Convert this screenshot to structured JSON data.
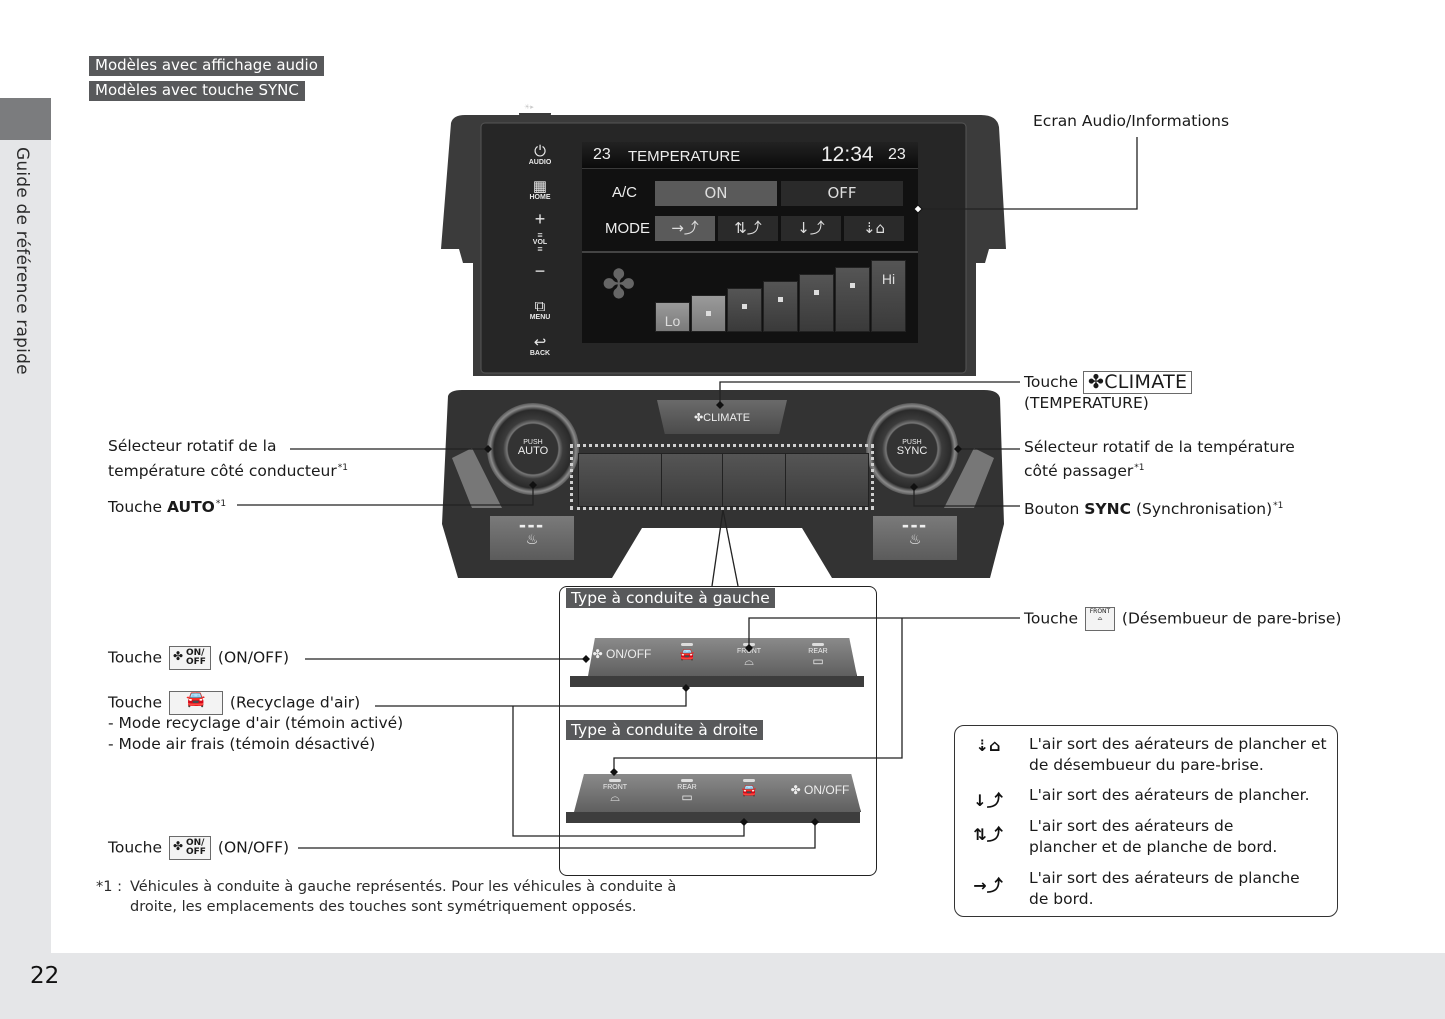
{
  "header": {
    "tags": [
      "Modèles avec affichage audio",
      "Modèles avec touche SYNC"
    ]
  },
  "sidebar": {
    "section_title": "Guide de référence rapide"
  },
  "page_number": "22",
  "head_unit": {
    "hard_keys": [
      {
        "icon": "power-icon",
        "label": "AUDIO"
      },
      {
        "icon": "home-grid-icon",
        "label": "HOME"
      },
      {
        "icon": "plus-icon",
        "label": "+"
      },
      {
        "icon": "volume-bars-icon",
        "label": "VOL"
      },
      {
        "icon": "minus-icon",
        "label": "−"
      },
      {
        "icon": "menu-icon",
        "label": "MENU"
      },
      {
        "icon": "back-arrow-icon",
        "label": "BACK"
      }
    ],
    "screen": {
      "temp_left": "23",
      "title": "TEMPERATURE",
      "clock": "12:34",
      "temp_right": "23",
      "ac_label": "A/C",
      "ac_on": "ON",
      "ac_off": "OFF",
      "ac_selected": "ON",
      "mode_label": "MODE",
      "mode_icons": [
        "dash-vent-icon",
        "dash-floor-vent-icon",
        "floor-vent-icon",
        "floor-defrost-vent-icon"
      ],
      "mode_selected_index": 0,
      "fan_low": "Lo",
      "fan_high": "Hi",
      "fan_segments": 7,
      "fan_level": 2
    }
  },
  "control_panel": {
    "climate_button": "CLIMATE",
    "left_knob_push": "PUSH",
    "left_knob_label": "AUTO",
    "right_knob_push": "PUSH",
    "right_knob_label": "SYNC"
  },
  "labels": {
    "screen": "Ecran Audio/Informations",
    "climate_touche": "Touche",
    "climate_key": "CLIMATE",
    "climate_sub": "(TEMPERATURE)",
    "driver_knob_l1": "Sélecteur rotatif de la",
    "driver_knob_l2": "température côté conducteur",
    "passenger_knob_l1": "Sélecteur rotatif de la température",
    "passenger_knob_l2": "côté passager",
    "auto_prefix": "Touche",
    "auto_key": "AUTO",
    "sync_prefix": "Bouton",
    "sync_key": "SYNC",
    "sync_suffix": "(Synchronisation)",
    "footnote_ref": "*1",
    "defrost_prefix": "Touche",
    "defrost_suffix": "(Désembueur de pare-brise)",
    "defrost_icon_text": "FRONT",
    "onoff_prefix": "Touche",
    "onoff_suffix": "(ON/OFF)",
    "onoff_icon_on": "ON/",
    "onoff_icon_off": "OFF",
    "recirc_prefix": "Touche",
    "recirc_suffix": "(Recyclage d'air)",
    "recirc_mode1": "- Mode recyclage d'air (témoin activé)",
    "recirc_mode2": "- Mode air frais (témoin désactivé)"
  },
  "variants": {
    "lhd_title": "Type à conduite à gauche",
    "rhd_title": "Type à conduite à droite",
    "lhd_buttons": [
      {
        "icon": "fan-icon",
        "text": "ON/ OFF"
      },
      {
        "icon": "recirculation-icon",
        "text": ""
      },
      {
        "icon": "front-defrost-icon",
        "text": "FRONT"
      },
      {
        "icon": "rear-defrost-icon",
        "text": "REAR"
      }
    ],
    "rhd_buttons": [
      {
        "icon": "front-defrost-icon",
        "text": "FRONT"
      },
      {
        "icon": "rear-defrost-icon",
        "text": "REAR"
      },
      {
        "icon": "recirculation-icon",
        "text": ""
      },
      {
        "icon": "fan-icon",
        "text": "ON/ OFF"
      }
    ]
  },
  "legend": {
    "items": [
      {
        "icon": "floor-defrost-vent-icon",
        "glyph": "⇣⌂",
        "text_l1": "L'air sort des aérateurs de plancher et",
        "text_l2": "de désembueur du pare-brise."
      },
      {
        "icon": "floor-vent-icon",
        "glyph": "↓⤴",
        "text_l1": "L'air sort des aérateurs de plancher.",
        "text_l2": ""
      },
      {
        "icon": "dash-floor-vent-icon",
        "glyph": "⇅⤴",
        "text_l1": "L'air sort des aérateurs de",
        "text_l2": "plancher et de planche de bord."
      },
      {
        "icon": "dash-vent-icon",
        "glyph": "→⤴",
        "text_l1": "L'air sort des aérateurs de planche",
        "text_l2": "de bord."
      }
    ]
  },
  "footnote": {
    "mark": "*1 :",
    "line1": "Véhicules à conduite à gauche représentés. Pour les véhicules à conduite à",
    "line2": "droite, les emplacements des touches sont symétriquement opposés."
  }
}
